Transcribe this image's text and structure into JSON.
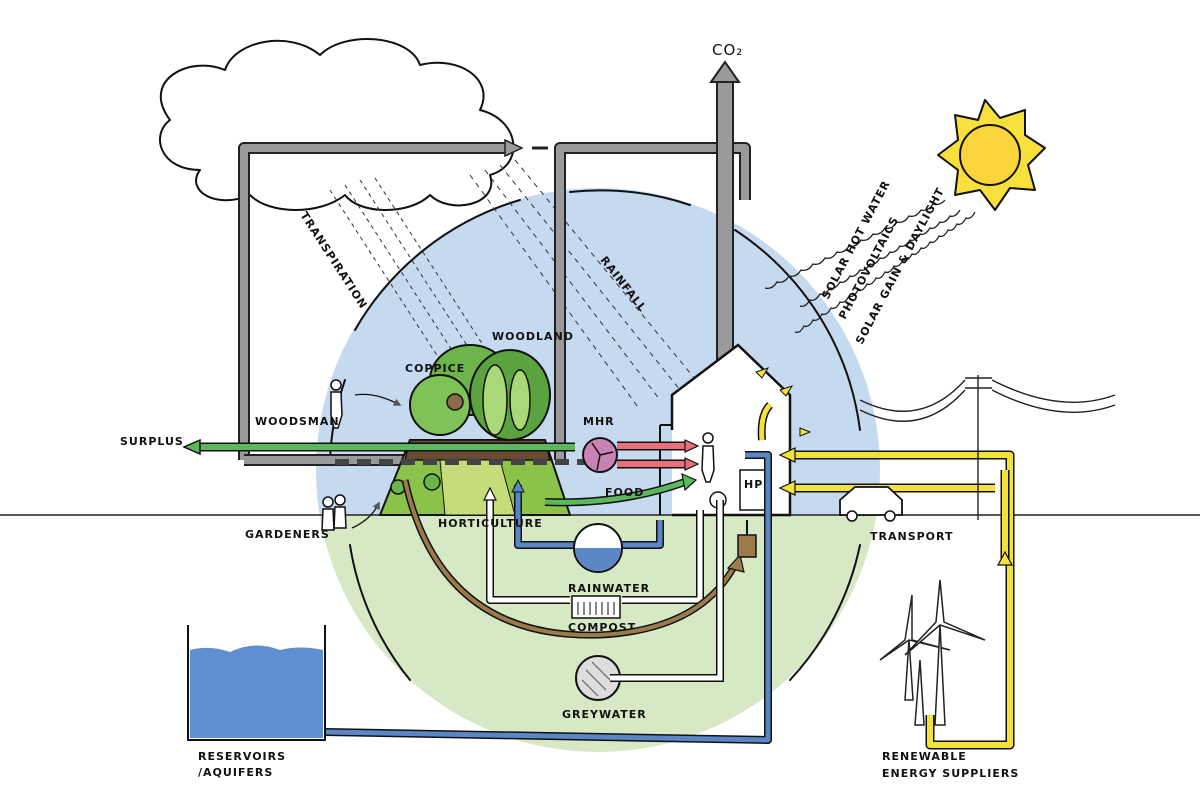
{
  "labels": {
    "co2": "CO₂",
    "transpiration": "TRANSPIRATION",
    "rainfall": "RAINFALL",
    "woodland": "WOODLAND",
    "coppice": "COPPICE",
    "woodsman": "WOODSMAN",
    "surplus": "SURPLUS",
    "mhr": "MHR",
    "food": "FOOD",
    "horticulture": "HORTICULTURE",
    "gardeners": "GARDENERS",
    "rainwater": "RAINWATER",
    "compost": "COMPOST",
    "greywater": "GREYWATER",
    "hp": "HP",
    "transport": "TRANSPORT",
    "reservoirs_line1": "RESERVOIRS",
    "reservoirs_line2": "/AQUIFERS",
    "renewable_line1": "RENEWABLE",
    "renewable_line2": "ENERGY SUPPLIERS",
    "solar_hot_water": "SOLAR HOT WATER",
    "photovoltaics": "PHOTOVOLTAICS",
    "solar_gain": "SOLAR GAIN & DAYLIGHT"
  },
  "colors": {
    "sky": "#c5d9ef",
    "ground": "#d6e8c4",
    "grey_flow": "#9a9a9a",
    "green_flow": "#5cb85c",
    "red_flow": "#e8707a",
    "yellow_flow": "#f2e23a",
    "blue_flow": "#5b86c6",
    "brown_flow": "#9b7b4a",
    "sun": "#f7df3c",
    "water": "#5e8fd0"
  }
}
